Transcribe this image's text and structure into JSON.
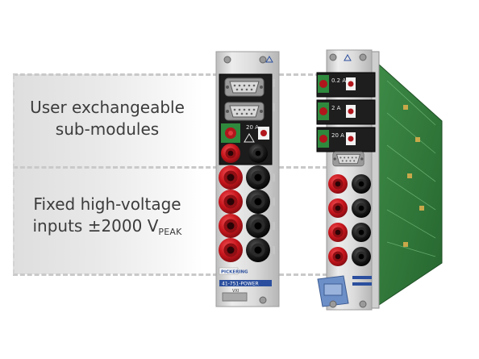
{
  "labels": {
    "top_line1": "User exchangeable",
    "top_line2": "sub-modules",
    "bottom_line1": "Fixed high-voltage",
    "bottom_line2_main": "inputs ±2000 V",
    "bottom_line2_sub": "PEAK"
  },
  "left_module": {
    "brand": "PICKERING",
    "model": "41-751-POWER",
    "maker": "VXI",
    "fuse_rating": "20 A"
  },
  "right_module": {
    "fuse_ratings": [
      "0.2 A",
      "2 A",
      "20 A"
    ]
  },
  "colors": {
    "panel_silver": "#d8d8d8",
    "socket_red": "#c8161d",
    "socket_black": "#1a1a1a",
    "pcb_green": "#2f7a3a",
    "accent_blue": "#2b4f9e"
  }
}
